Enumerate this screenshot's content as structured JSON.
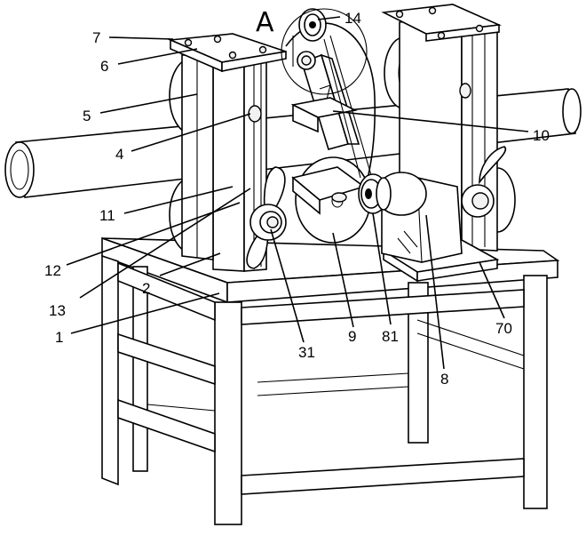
{
  "figure": {
    "detail_marker": "A",
    "labels": {
      "l1": "1",
      "l2": "2",
      "l4": "4",
      "l5": "5",
      "l6": "6",
      "l7": "7",
      "l8": "8",
      "l9": "9",
      "l10": "10",
      "l11": "11",
      "l12": "12",
      "l13": "13",
      "l14": "14",
      "l31": "31",
      "l70": "70",
      "l81": "81"
    }
  }
}
